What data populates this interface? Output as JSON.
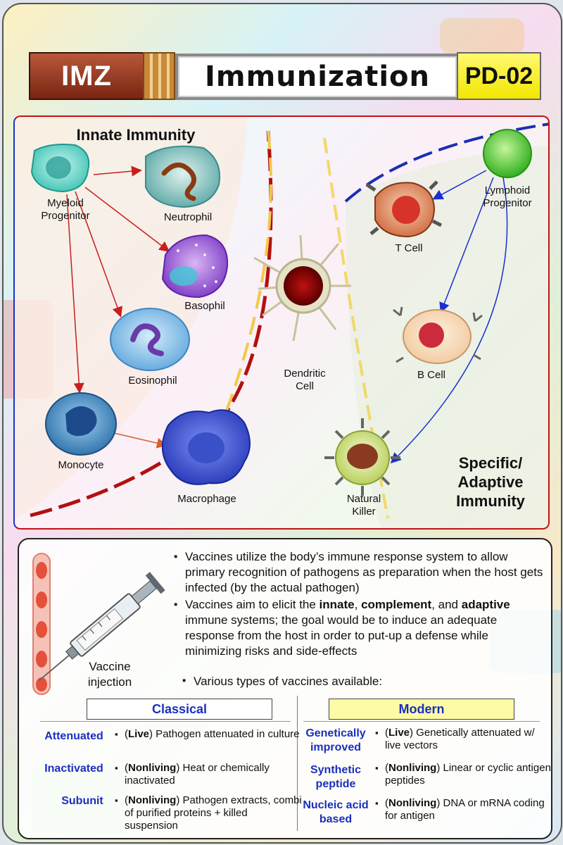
{
  "header": {
    "badge": "IMZ",
    "title": "Immunization",
    "code": "PD-02"
  },
  "diagram": {
    "innate_title": "Innate Immunity",
    "adaptive_title_lines": [
      "Specific/",
      "Adaptive",
      "Immunity"
    ],
    "cells": {
      "myeloid": "Myeloid\nProgenitor",
      "neutrophil": "Neutrophil",
      "basophil": "Basophil",
      "eosinophil": "Eosinophil",
      "monocyte": "Monocyte",
      "macrophage": "Macrophage",
      "dendritic": "Dendritic\nCell",
      "lymphoid": "Lymphoid\nProgenitor",
      "tcell": "T Cell",
      "bcell": "B Cell",
      "nk": "Natural\nKiller"
    }
  },
  "vaccine": {
    "image_label": "Vaccine\ninjection",
    "bullet1": "Vaccines utilize the body’s immune response system to allow primary recognition of pathogens as preparation when the host gets infected (by the actual pathogen)",
    "bullet2_parts": [
      "Vaccines aim to elicit the ",
      "innate",
      ", ",
      "complement",
      ", and ",
      "adaptive",
      " immune systems; the goal would be to induce an adequate response from the host in order to put-up a defense while minimizing risks and side-effects"
    ],
    "bullet3": "Various types of vaccines available:"
  },
  "table": {
    "classical": {
      "heading": "Classical",
      "rows": [
        {
          "name": "Attenuated",
          "tag": "Live",
          "desc": " Pathogen attenuated in culture"
        },
        {
          "name": "Inactivated",
          "tag": "Nonliving",
          "desc": " Heat or chemically inactivated"
        },
        {
          "name": "Subunit",
          "tag": "Nonliving",
          "desc": " Pathogen extracts, combi of purified proteins + killed suspension"
        }
      ]
    },
    "modern": {
      "heading": "Modern",
      "rows": [
        {
          "name": "Genetically improved",
          "tag": "Live",
          "desc": " Genetically attenuated w/ live vectors"
        },
        {
          "name": "Synthetic peptide",
          "tag": "Nonliving",
          "desc": " Linear or cyclic antigen peptides"
        },
        {
          "name": "Nucleic acid based",
          "tag": "Nonliving",
          "desc": " DNA or mRNA coding for antigen"
        }
      ]
    }
  },
  "colors": {
    "accent_blue": "#1b2fbd",
    "header_red": "#8e321c",
    "header_yellow": "#f2e600"
  }
}
